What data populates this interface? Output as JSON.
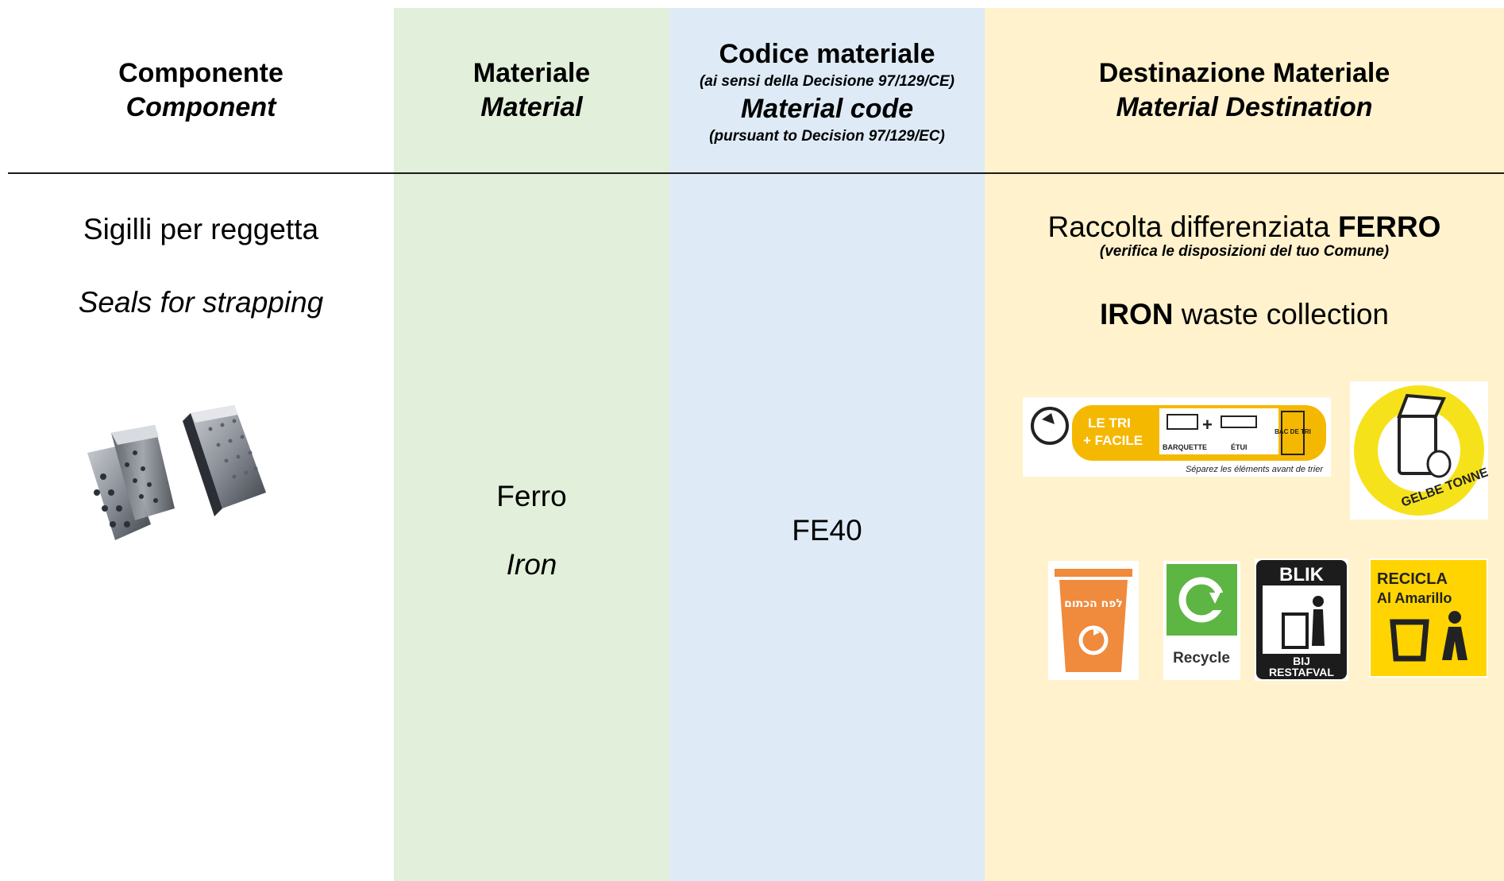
{
  "header": {
    "component_it": "Componente",
    "component_en": "Component",
    "material_it": "Materiale",
    "material_en": "Material",
    "code_it": "Codice materiale",
    "code_note_it": "(ai sensi della Decisione 97/129/CE)",
    "code_en": "Material code",
    "code_note_en": "(pursuant to Decision 97/129/EC)",
    "dest_it": "Destinazione Materiale",
    "dest_en": "Material Destination"
  },
  "row": {
    "component_it": "Sigilli per reggetta",
    "component_en": "Seals for strapping",
    "material_it": "Ferro",
    "material_en": "Iron",
    "code": "FE40",
    "dest_it_prefix": "Raccolta differenziata ",
    "dest_it_bold": "FERRO",
    "dest_note_it": "(verifica le disposizioni del tuo Comune)",
    "dest_en_bold": "IRON",
    "dest_en_suffix": " waste collection"
  },
  "logos": {
    "triman_line1": "LE TRI",
    "triman_line2": "+ FACILE",
    "triman_item1": "BARQUETTE",
    "triman_item2": "ÉTUI",
    "triman_bin": "BAC DE TRI",
    "triman_footer": "Séparez les éléments avant de trier",
    "gelbe": "GELBE TONNE",
    "israel": "לפח הכתום",
    "recycle": "Recycle",
    "blik_top": "BLIK",
    "blik_bottom1": "BIJ",
    "blik_bottom2": "RESTAFVAL",
    "recicla_1": "RECICLA",
    "recicla_2": "Al Amarillo"
  },
  "colors": {
    "material_bg": "#e2efda",
    "code_bg": "#deebf7",
    "dest_bg": "#fff2cc",
    "triman_yellow": "#f5b800",
    "gelbe_yellow": "#f6e21a",
    "orange_bin": "#f08a3c",
    "recycle_green": "#5db543",
    "blik_black": "#1c1c1c",
    "recicla_yellow": "#ffd400"
  }
}
